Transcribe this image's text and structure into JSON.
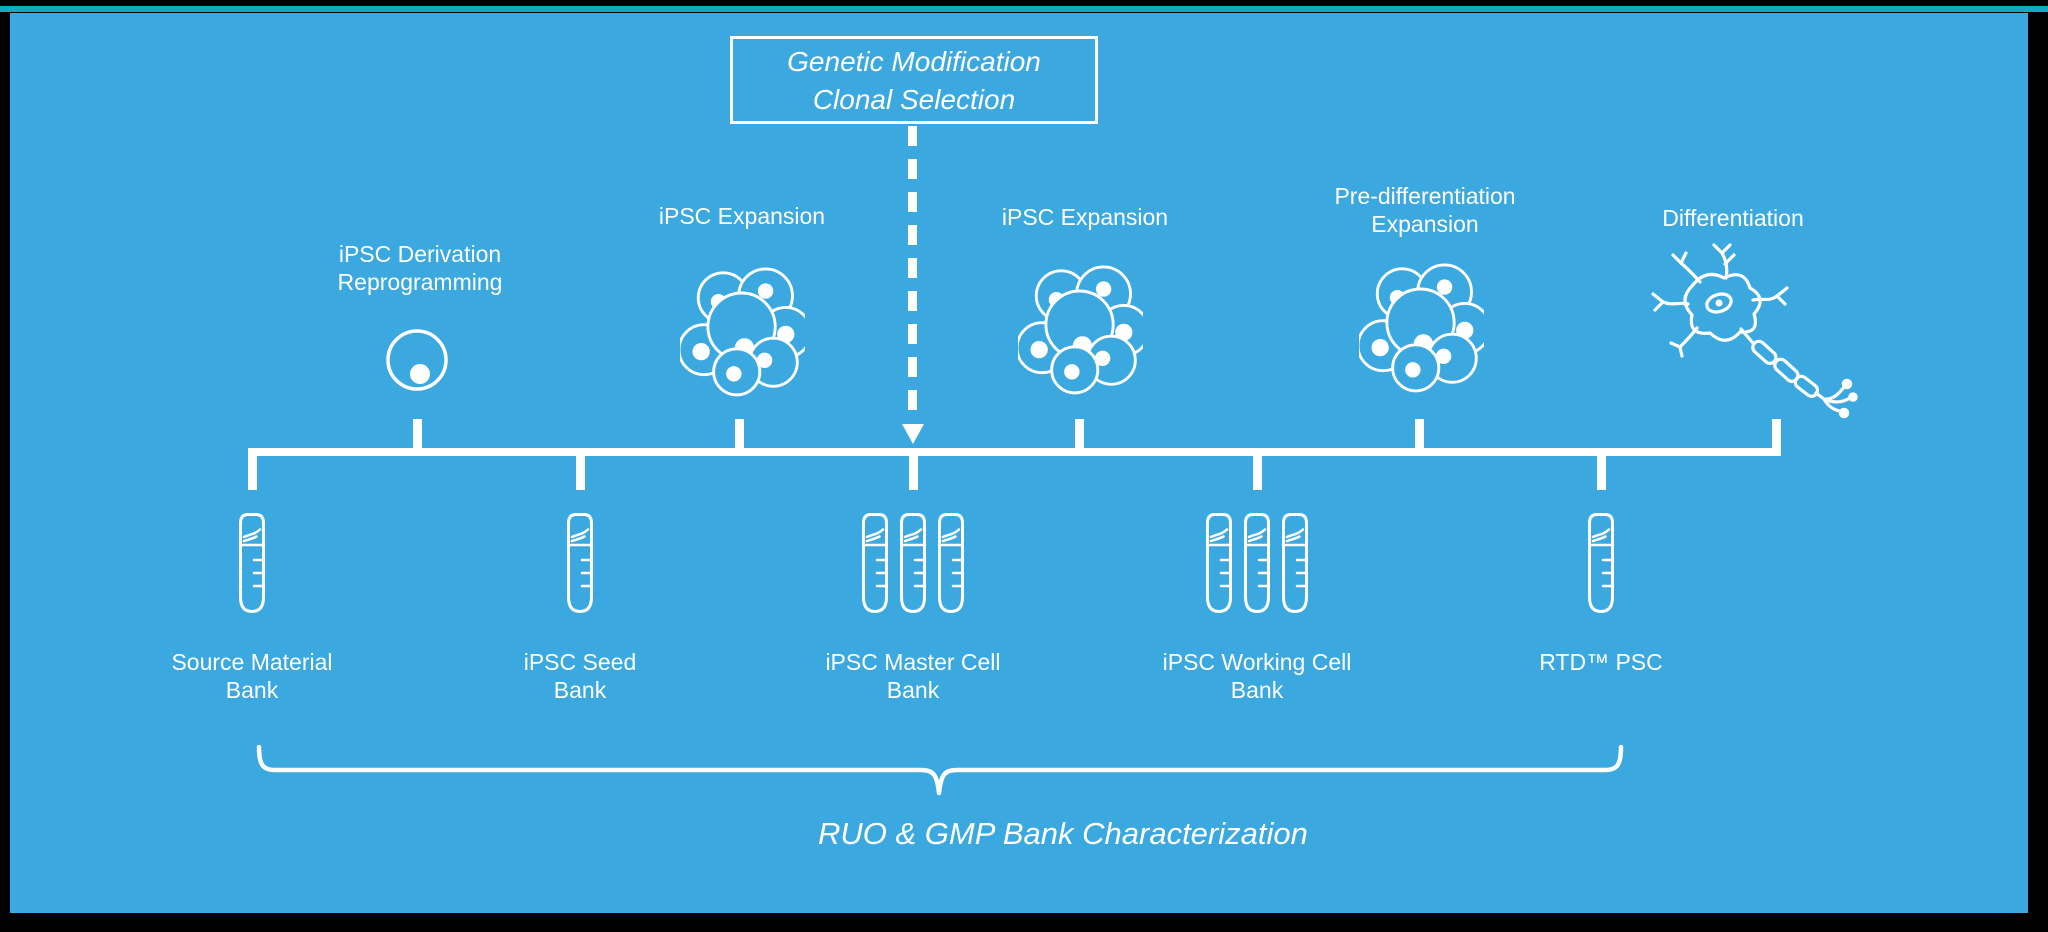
{
  "colors": {
    "background": "#3BA9E0",
    "frame": "#000000",
    "accent_line": "#13A8C4",
    "stroke": "#FFFFFF"
  },
  "title_box": {
    "line1": "Genetic Modification",
    "line2": "Clonal Selection"
  },
  "stages": [
    {
      "line1": "iPSC Derivation",
      "line2": "Reprogramming",
      "icon": "single-cell-icon"
    },
    {
      "line1": "iPSC Expansion",
      "line2": "",
      "icon": "cell-cluster-icon"
    },
    {
      "line1": "iPSC Expansion",
      "line2": "",
      "icon": "cell-cluster-icon"
    },
    {
      "line1": "Pre-differentiation",
      "line2": "Expansion",
      "icon": "cell-cluster-icon"
    },
    {
      "line1": "Differentiation",
      "line2": "",
      "icon": "neuron-icon"
    }
  ],
  "banks": [
    {
      "line1": "Source Material",
      "line2": "Bank",
      "tubes": 1
    },
    {
      "line1": "iPSC Seed",
      "line2": "Bank",
      "tubes": 1
    },
    {
      "line1": "iPSC Master Cell",
      "line2": "Bank",
      "tubes": 3
    },
    {
      "line1": "iPSC Working Cell",
      "line2": "Bank",
      "tubes": 3
    },
    {
      "line1": "RTD™ PSC",
      "line2": "",
      "tubes": 1
    }
  ],
  "bottom_caption": "RUO & GMP Bank Characterization"
}
